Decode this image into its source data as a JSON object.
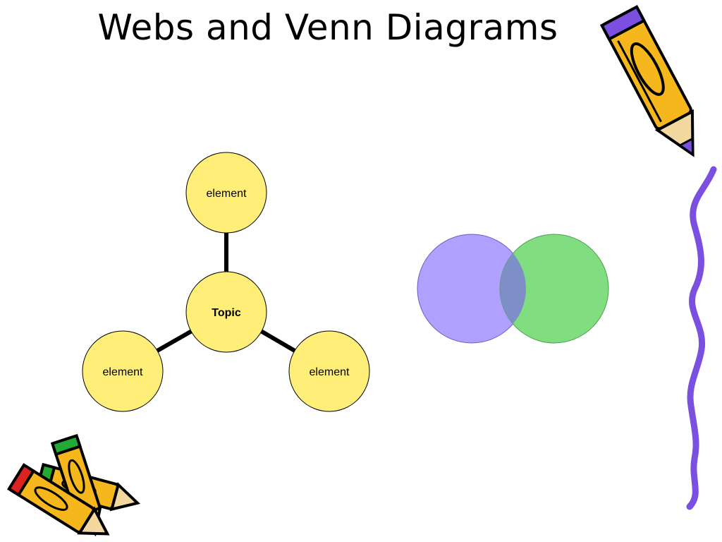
{
  "slide": {
    "title": "Webs and Venn Diagrams"
  },
  "web": {
    "center_label": "Topic",
    "top_label": "element",
    "left_label": "element",
    "right_label": "element",
    "node_fill": "#FFEE77",
    "line_color": "#000000"
  },
  "venn": {
    "left_color": "#B0A0FF",
    "right_color": "#80DD80",
    "overlap_color": "#7E8FC8"
  },
  "decorations": {
    "pencil_body_color": "#F5B71C",
    "pencil_accent_color": "#7B4FE0",
    "wavy_line_color": "#7B4FE0"
  }
}
